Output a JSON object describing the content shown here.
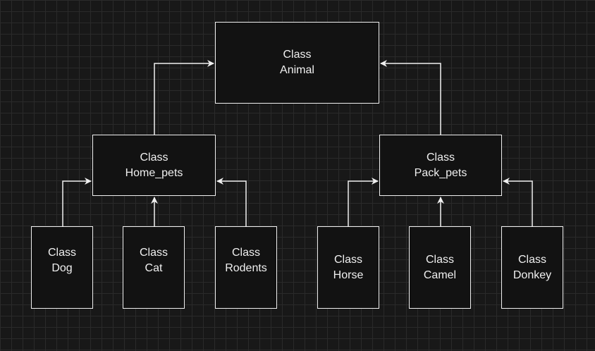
{
  "diagram": {
    "nodes": {
      "animal": {
        "line1": "Class",
        "line2": "Animal"
      },
      "home": {
        "line1": "Class",
        "line2": "Home_pets"
      },
      "pack": {
        "line1": "Class",
        "line2": "Pack_pets"
      },
      "dog": {
        "line1": "Class",
        "line2": "Dog"
      },
      "cat": {
        "line1": "Class",
        "line2": "Cat"
      },
      "rodents": {
        "line1": "Class",
        "line2": "Rodents"
      },
      "horse": {
        "line1": "Class",
        "line2": "Horse"
      },
      "camel": {
        "line1": "Class",
        "line2": "Camel"
      },
      "donkey": {
        "line1": "Class",
        "line2": "Donkey"
      }
    },
    "edges": [
      {
        "from": "home",
        "to": "animal"
      },
      {
        "from": "pack",
        "to": "animal"
      },
      {
        "from": "dog",
        "to": "home"
      },
      {
        "from": "cat",
        "to": "home"
      },
      {
        "from": "rodents",
        "to": "home"
      },
      {
        "from": "horse",
        "to": "pack"
      },
      {
        "from": "camel",
        "to": "pack"
      },
      {
        "from": "donkey",
        "to": "pack"
      }
    ],
    "colors": {
      "background": "#181818",
      "grid": "#2a2a2a",
      "stroke": "#f0f0f0",
      "node_fill": "#121212",
      "text": "#f0f0f0"
    }
  }
}
